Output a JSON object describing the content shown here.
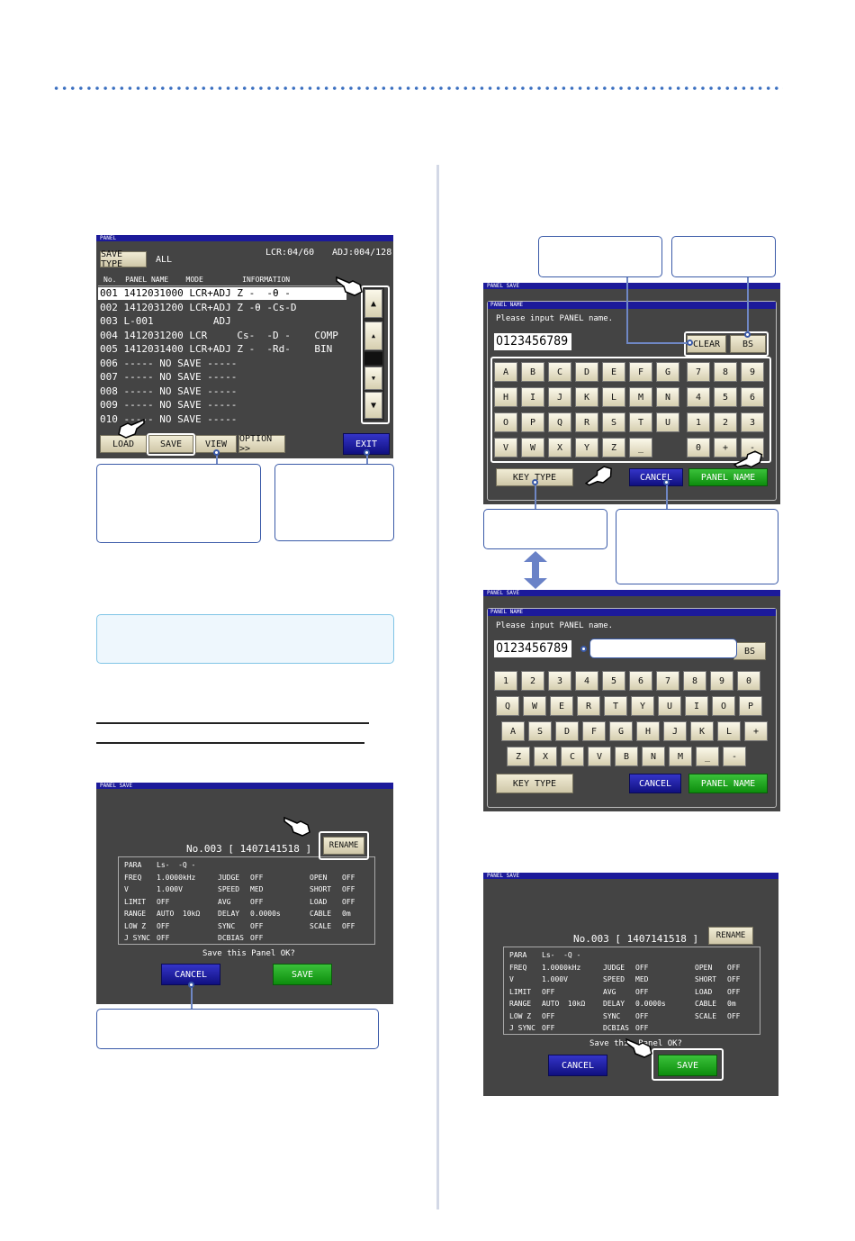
{
  "scr1": {
    "title": "PANEL",
    "save_type": "SAVE TYPE",
    "all": "ALL",
    "lcr": "LCR:04/60",
    "adj": "ADJ:004/128",
    "header": "No.  PANEL NAME    MODE         INFORMATION",
    "rows": [
      "001 1412031000 LCR+ADJ Z -  -θ -",
      "002 1412031200 LCR+ADJ Z -θ -Cs-D",
      "003 L-001          ADJ",
      "004 1412031200 LCR     Cs-  -D -    COMP",
      "005 1412031400 LCR+ADJ Z -  -Rd-    BIN",
      "006 ----- NO SAVE -----",
      "007 ----- NO SAVE -----",
      "008 ----- NO SAVE -----",
      "009 ----- NO SAVE -----",
      "010 ----- NO SAVE -----"
    ],
    "load": "LOAD",
    "save": "SAVE",
    "view": "VIEW",
    "option": "OPTION >>",
    "exit": "EXIT"
  },
  "scr2": {
    "title": "PANEL SAVE",
    "number": "No.003 [ 1407141518 ]",
    "rename": "RENAME",
    "c1": [
      "PARA",
      "FREQ",
      "V",
      "LIMIT",
      "RANGE",
      "LOW Z",
      "J SYNC"
    ],
    "c2": [
      "Ls-  -Q -",
      "1.0000kHz",
      "1.000V",
      "OFF",
      "AUTO  10kΩ",
      "OFF",
      "OFF"
    ],
    "c3": [
      "",
      "JUDGE",
      "SPEED",
      "AVG",
      "DELAY",
      "SYNC",
      "DCBIAS"
    ],
    "c4": [
      "",
      "OFF",
      "MED",
      "OFF",
      "0.0000s",
      "OFF",
      "OFF"
    ],
    "c5": [
      "",
      "OPEN",
      "SHORT",
      "LOAD",
      "CABLE",
      "SCALE",
      ""
    ],
    "c6": [
      "",
      "OFF",
      "OFF",
      "OFF",
      "0m",
      "OFF",
      ""
    ],
    "confirm": "Save this Panel OK?",
    "cancel": "CANCEL",
    "save": "SAVE"
  },
  "scr3": {
    "title": "PANEL SAVE",
    "sub": "PANEL NAME",
    "prompt": "Please input PANEL name.",
    "value": "0123456789",
    "clear": "CLEAR",
    "bs": "BS",
    "alpha": [
      [
        "A",
        "B",
        "C",
        "D",
        "E",
        "F",
        "G"
      ],
      [
        "H",
        "I",
        "J",
        "K",
        "L",
        "M",
        "N"
      ],
      [
        "O",
        "P",
        "Q",
        "R",
        "S",
        "T",
        "U"
      ],
      [
        "V",
        "W",
        "X",
        "Y",
        "Z",
        "_",
        ""
      ]
    ],
    "num": [
      [
        "7",
        "8",
        "9"
      ],
      [
        "4",
        "5",
        "6"
      ],
      [
        "1",
        "2",
        "3"
      ],
      [
        "0",
        "+",
        "-"
      ]
    ],
    "key_type": "KEY TYPE",
    "cancel": "CANCEL",
    "panel_name": "PANEL NAME"
  },
  "scr4": {
    "title": "PANEL SAVE",
    "sub": "PANEL NAME",
    "prompt": "Please input PANEL name.",
    "value": "0123456789",
    "bs": "BS",
    "r1": [
      "1",
      "2",
      "3",
      "4",
      "5",
      "6",
      "7",
      "8",
      "9",
      "0"
    ],
    "r2": [
      "Q",
      "W",
      "E",
      "R",
      "T",
      "Y",
      "U",
      "I",
      "O",
      "P"
    ],
    "r3": [
      "A",
      "S",
      "D",
      "F",
      "G",
      "H",
      "J",
      "K",
      "L",
      "+"
    ],
    "r4": [
      "Z",
      "X",
      "C",
      "V",
      "B",
      "N",
      "M",
      "_",
      "-"
    ],
    "key_type": "KEY TYPE",
    "cancel": "CANCEL",
    "panel_name": "PANEL NAME"
  },
  "scr5": {
    "title": "PANEL SAVE",
    "number": "No.003 [ 1407141518 ]",
    "rename": "RENAME",
    "confirm": "Save this Panel OK?",
    "cancel": "CANCEL",
    "save": "SAVE"
  }
}
